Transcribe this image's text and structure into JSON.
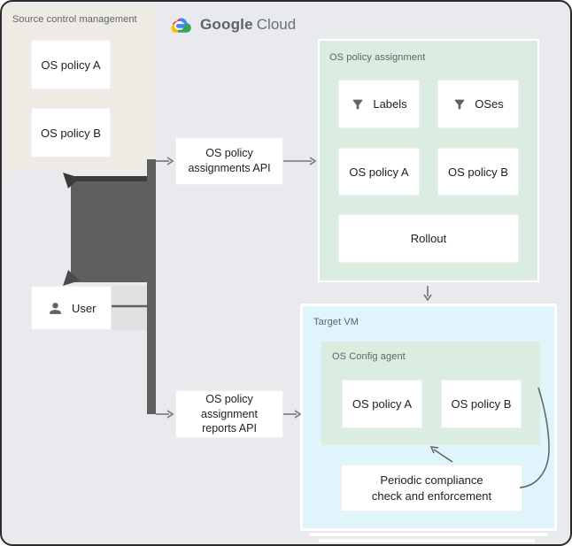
{
  "colors": {
    "background": "#E8EAED",
    "beige_panel": "#EDEBE4",
    "green_panel": "#DBECE0",
    "blue_panel": "#E0F4FC",
    "dark_connector": "#5E5F5F",
    "thin_arrow": "#757575"
  },
  "logo": {
    "google": "Google",
    "cloud": "Cloud"
  },
  "source_control": {
    "label": "Source control management",
    "policy_a": "OS policy A",
    "policy_b": "OS policy B"
  },
  "user": {
    "label": "User"
  },
  "assignments_api": {
    "label": "OS policy\nassignments API"
  },
  "reports_api": {
    "label": "OS policy\nassignment\nreports API"
  },
  "policy_assignment": {
    "label": "OS policy assignment",
    "labels_card": "Labels",
    "oses_card": "OSes",
    "policy_a": "OS policy A",
    "policy_b": "OS policy B",
    "rollout": "Rollout"
  },
  "target_vm": {
    "label": "Target VM",
    "agent": {
      "label": "OS Config agent",
      "policy_a": "OS policy A",
      "policy_b": "OS policy B"
    },
    "periodic": "Periodic compliance\ncheck and enforcement"
  }
}
